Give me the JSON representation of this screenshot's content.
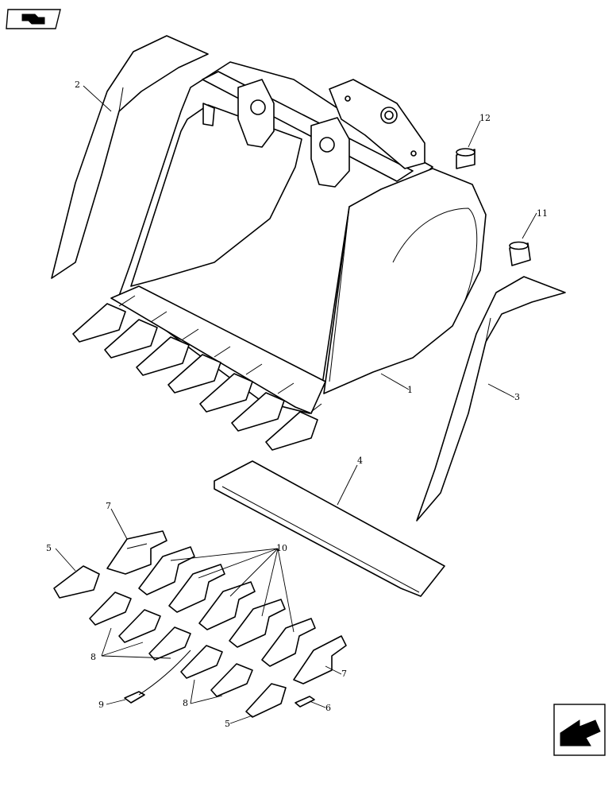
{
  "callouts": {
    "c1": "1",
    "c2": "2",
    "c3": "3",
    "c4": "4",
    "c5a": "5",
    "c5b": "5",
    "c6": "6",
    "c7a": "7",
    "c7b": "7",
    "c8a": "8",
    "c8b": "8",
    "c9": "9",
    "c10": "10",
    "c11": "11",
    "c12": "12"
  },
  "icons": {
    "top_left": "book-nav-icon",
    "bottom_right": "next-page-arrow-icon"
  }
}
